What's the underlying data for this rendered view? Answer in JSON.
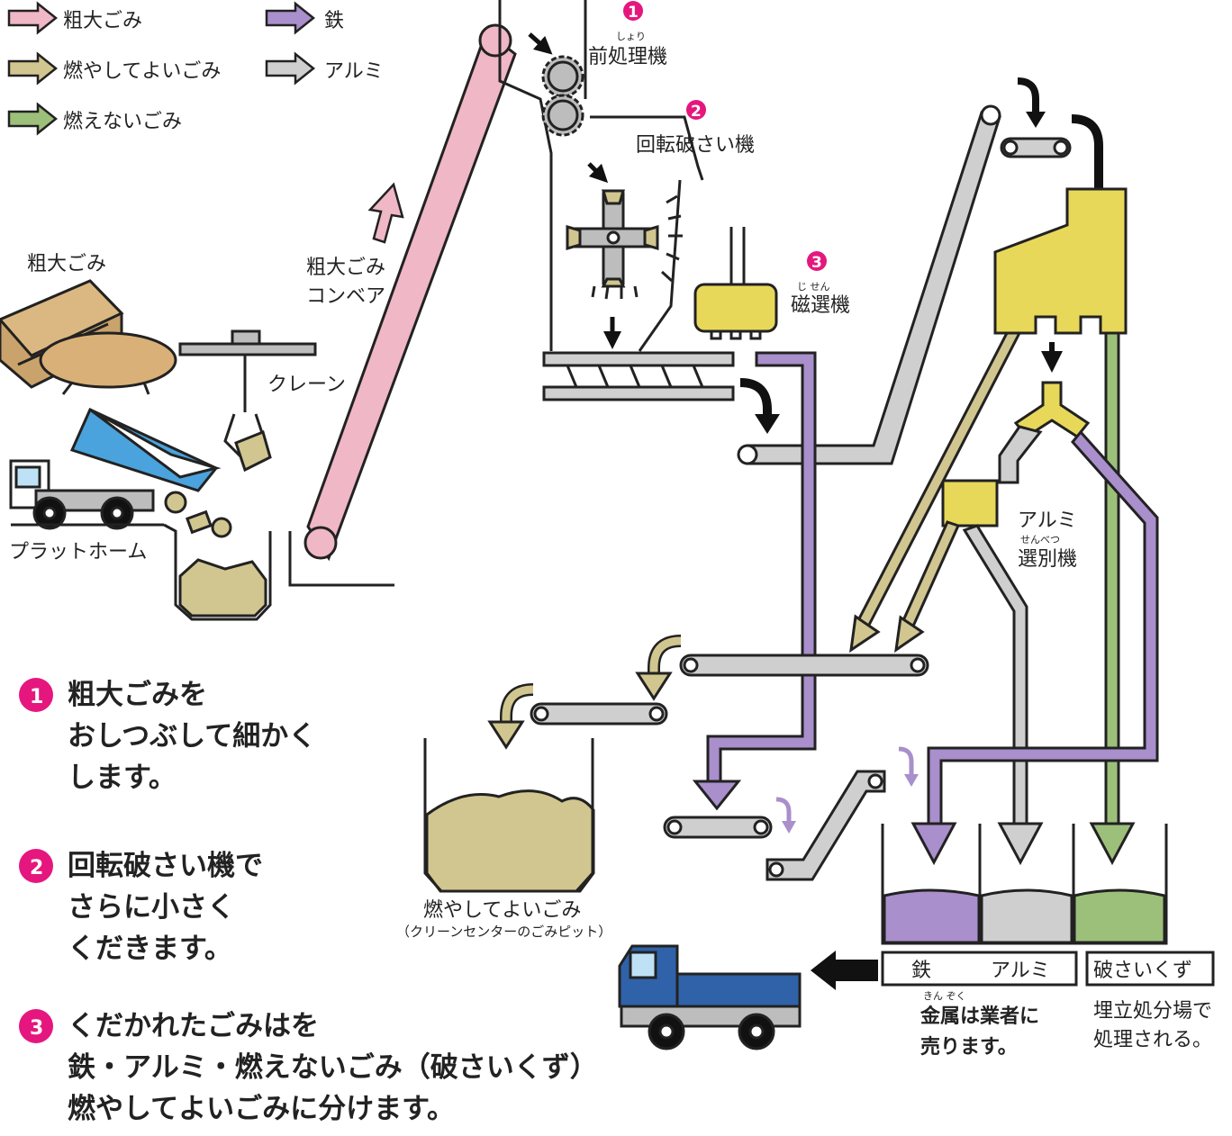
{
  "legend": {
    "items": [
      {
        "label": "粗大ごみ",
        "color": "#f0b7c6"
      },
      {
        "label": "鉄",
        "color": "#a98fcb"
      },
      {
        "label": "燃やしてよいごみ",
        "color": "#d1c68f"
      },
      {
        "label": "アルミ",
        "color": "#cfcfcf"
      },
      {
        "label": "燃えないごみ",
        "color": "#9cc07a"
      }
    ]
  },
  "labels": {
    "sodai": "粗大ごみ",
    "crane": "クレーン",
    "platform": "プラットホーム",
    "conveyor_1": "粗大ごみ",
    "conveyor_2": "コンベア",
    "pre_ruby": "しょり",
    "pre": "前処理機",
    "rotary": "回転破さい機",
    "magnet_ruby": "じ せん",
    "magnet": "磁選機",
    "alumi_1": "アルミ",
    "alumi_ruby": "せんべつ",
    "alumi_2": "選別機",
    "pit_1": "燃やしてよいごみ",
    "pit_2": "（クリーンセンターのごみピット）",
    "bin_iron": "鉄",
    "bin_alumi": "アルミ",
    "bin_waste": "破さいくず",
    "metal_ruby": "きん ぞく",
    "metal_1": "金属は業者に",
    "metal_2": "売ります。",
    "landfill_1": "埋立処分場で",
    "landfill_2": "処理される。"
  },
  "markers": {
    "m1": "1",
    "m2": "2",
    "m3": "3"
  },
  "steps": [
    {
      "num": "1",
      "lines": [
        "粗大ごみを",
        "おしつぶして細かく",
        "します。"
      ]
    },
    {
      "num": "2",
      "lines": [
        "回転破さい機で",
        "さらに小さく",
        "くだきます。"
      ]
    },
    {
      "num": "3",
      "lines": [
        "くだかれたごみはを",
        "鉄・アルミ・燃えないごみ（破さいくず）",
        "燃やしてよいごみに分けます。"
      ]
    }
  ],
  "colors": {
    "pink": "#f0b7c6",
    "purple": "#a98fcb",
    "tan": "#d1c68f",
    "gray": "#cfcfcf",
    "green": "#9cc07a",
    "yellow": "#e8d85a",
    "accent": "#e5177e",
    "blue": "#2f62a8"
  }
}
